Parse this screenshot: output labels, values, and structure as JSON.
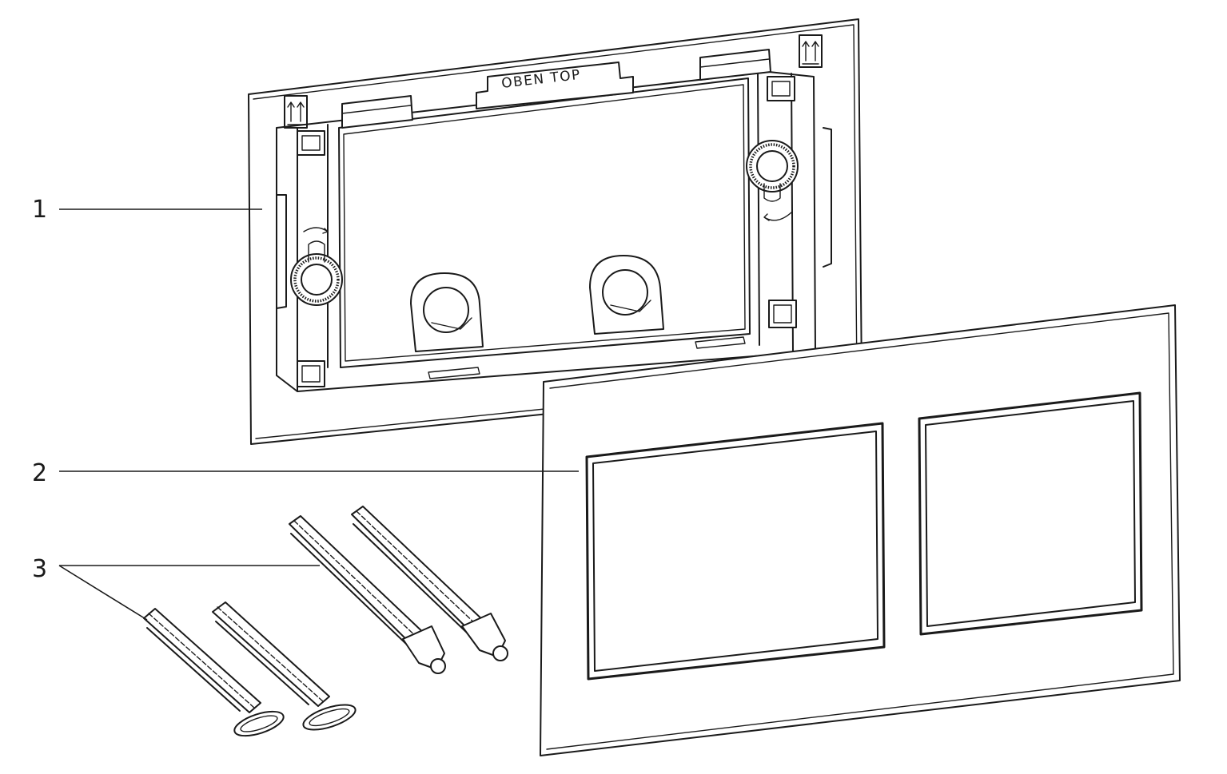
{
  "callouts": [
    {
      "number": "1",
      "part": "mounting-frame"
    },
    {
      "number": "2",
      "part": "actuator-plate"
    },
    {
      "number": "3",
      "part": "threaded-spacers"
    }
  ],
  "frame": {
    "top_marking": "OBEN TOP"
  },
  "colors": {
    "line": "#1a1a1a",
    "background": "#ffffff"
  }
}
